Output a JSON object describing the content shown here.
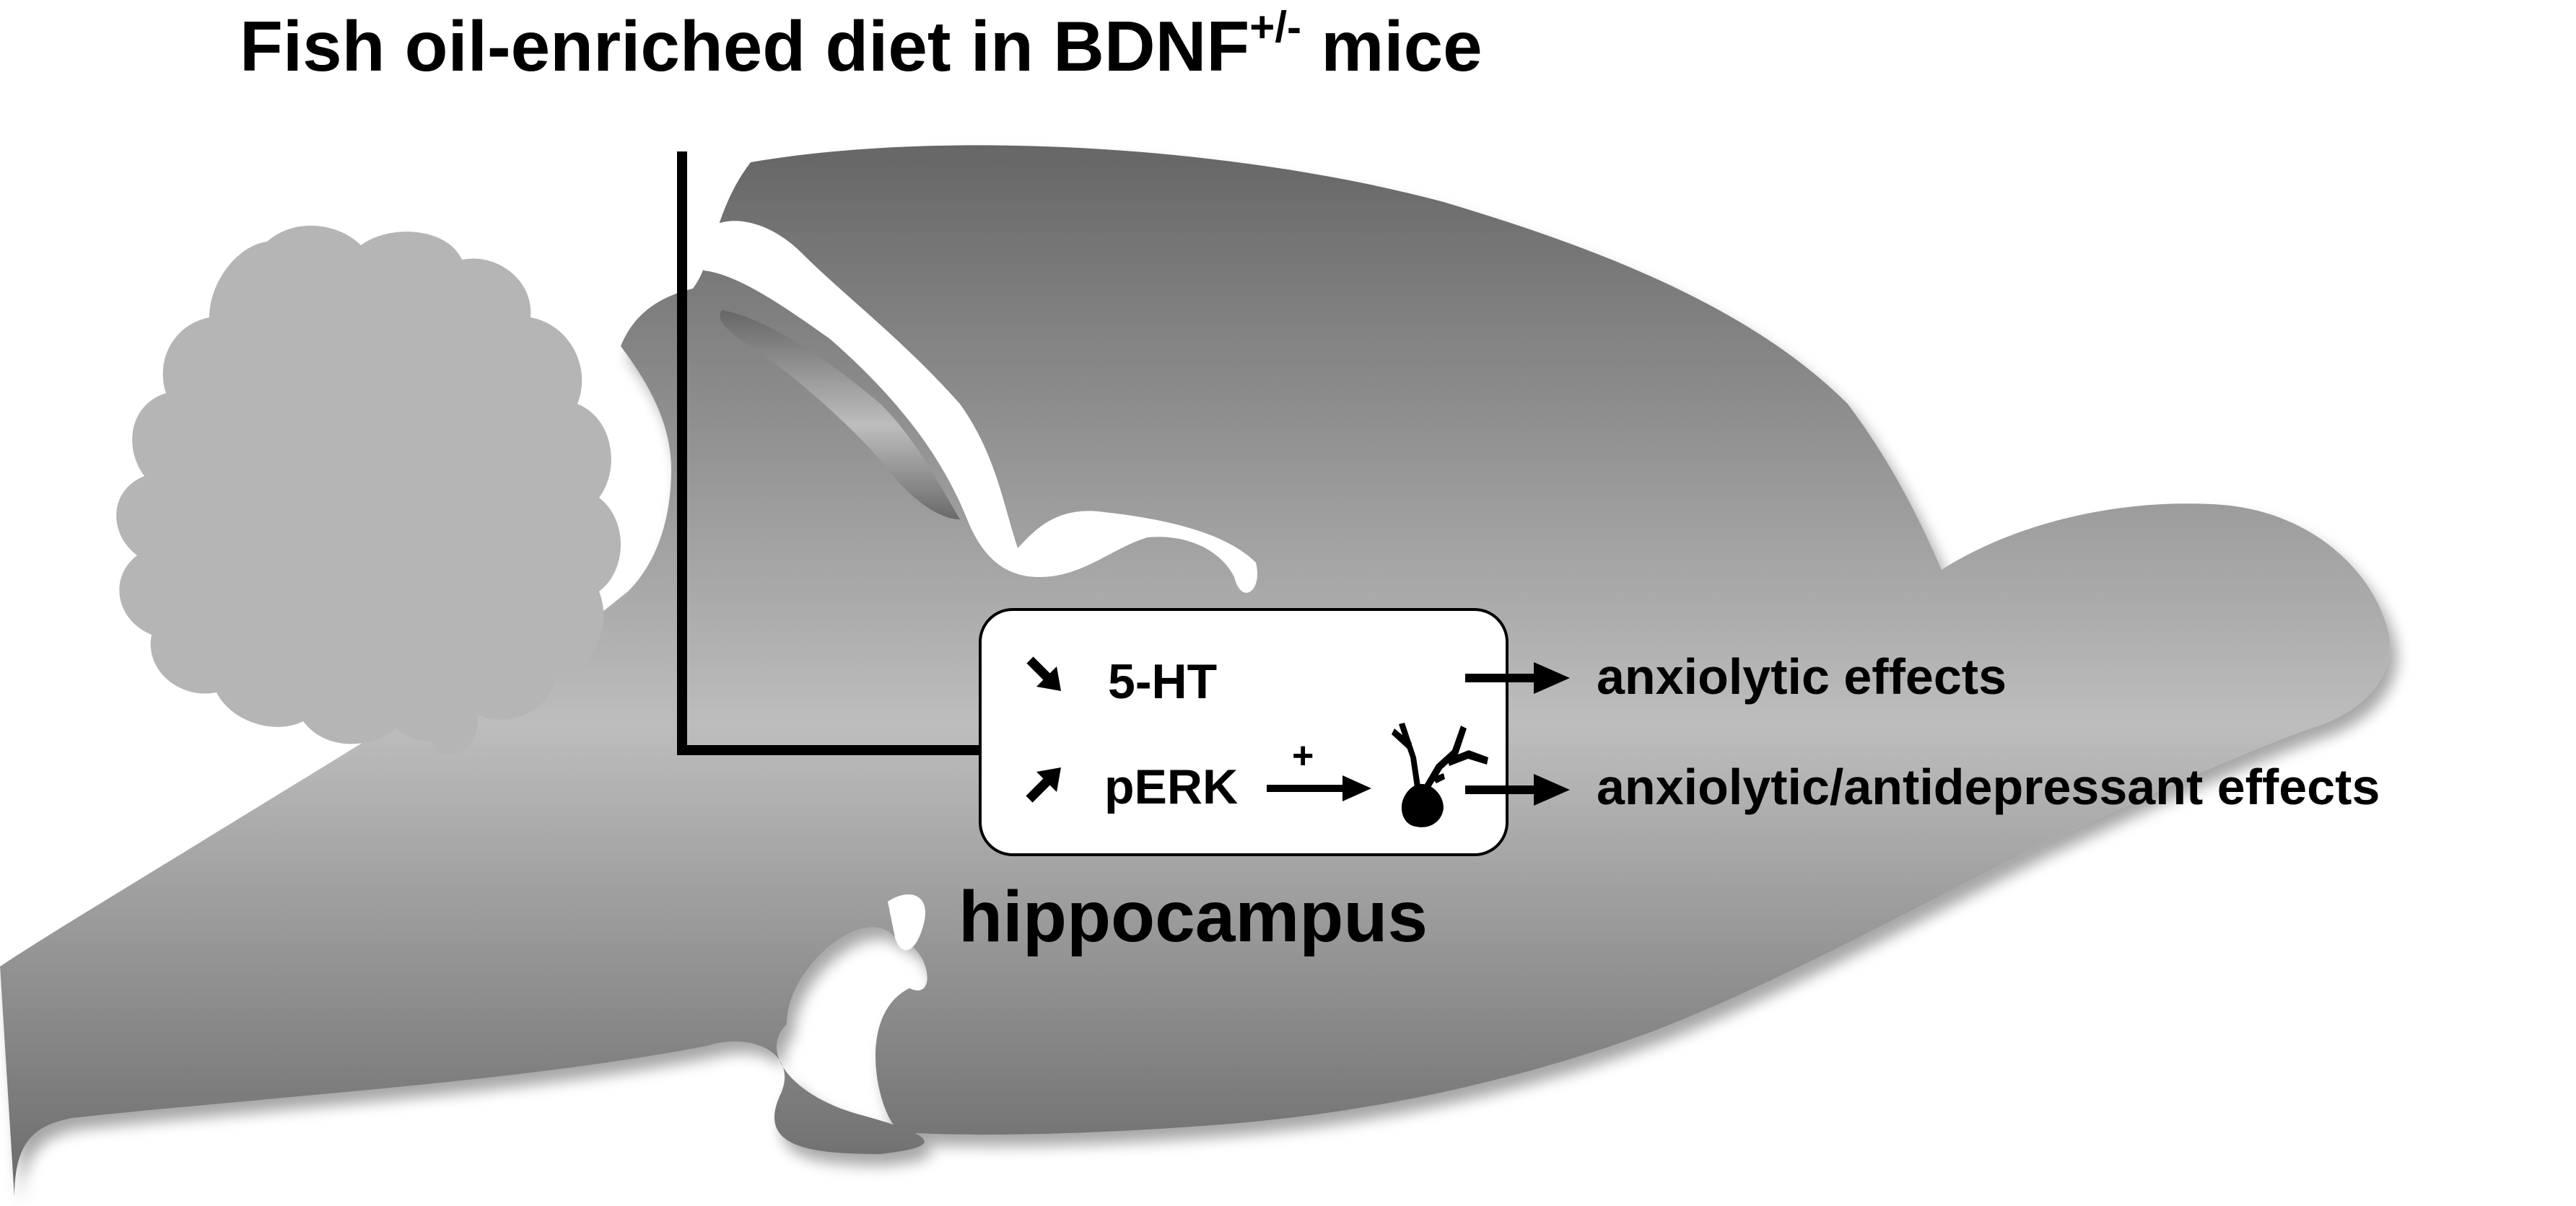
{
  "title": {
    "prefix": "Fish oil-enriched diet in BDNF",
    "superscript": "+/-",
    "suffix": " mice"
  },
  "box": {
    "row1": {
      "arrow": "decrease",
      "label": "5-HT"
    },
    "row2": {
      "arrow": "increase",
      "label": "pERK"
    },
    "plus_sign": "+"
  },
  "region_label": "hippocampus",
  "outcomes": {
    "first": "anxiolytic effects",
    "second": "anxiolytic/antidepressant effects"
  },
  "colors": {
    "brain_light": "#bcbcbc",
    "brain_dark": "#6e6e6e",
    "olfactory_bulb": "#b5b5b5",
    "ink": "#000000"
  }
}
